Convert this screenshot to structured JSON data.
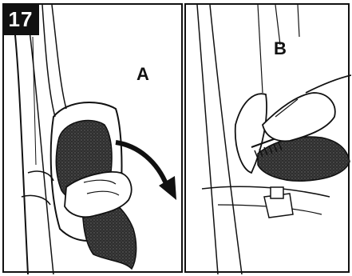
{
  "step": {
    "number": "17"
  },
  "panels": [
    {
      "label": "A"
    },
    {
      "label": "B"
    }
  ],
  "colors": {
    "ink": "#111111",
    "background": "#ffffff",
    "shading": "#3a3a3a"
  }
}
